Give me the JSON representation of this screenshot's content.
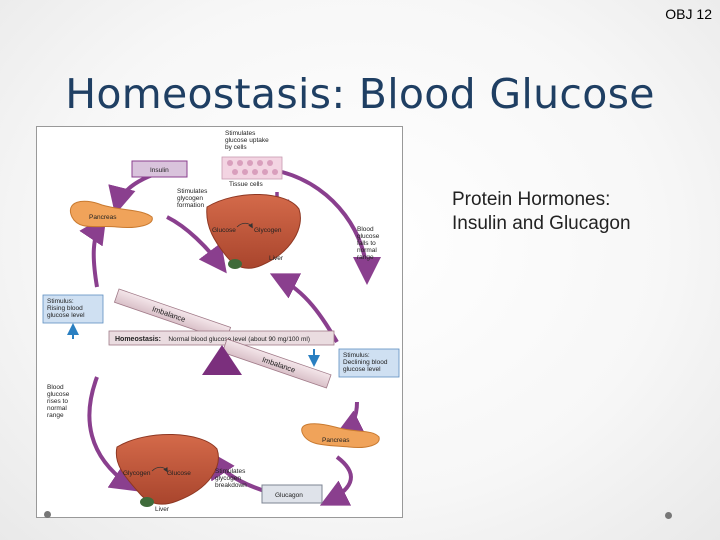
{
  "slide": {
    "obj_tag": "OBJ 12",
    "title": "Homeostasis: Blood Glucose",
    "side_text": [
      "Protein Hormones:",
      "Insulin and Glucagon"
    ]
  },
  "figure": {
    "insulin": "Insulin",
    "pancreas_top": "Pancreas",
    "stimulates_uptake": [
      "Stimulates",
      "glucose uptake",
      "by cells"
    ],
    "tissue_cells": "Tissue cells",
    "stimulates_glycogen_formation": [
      "Stimulates",
      "glycogen",
      "formation"
    ],
    "liver_top_glucose": "Glucose",
    "liver_top_glycogen": "Glycogen",
    "liver_top_label": "Liver",
    "blood_falls": [
      "Blood",
      "glucose",
      "falls to",
      "normal",
      "range"
    ],
    "stimulus_rising": [
      "Stimulus:",
      "Rising blood",
      "glucose level"
    ],
    "imbalance_top": "Imbalance",
    "homeostasis_bold": "Homeostasis:",
    "homeostasis_rest": "Normal blood glucose level (about 90 mg/100 ml)",
    "imbalance_bottom": "Imbalance",
    "stimulus_declining": [
      "Stimulus:",
      "Declining blood",
      "glucose level"
    ],
    "blood_rises": [
      "Blood",
      "glucose",
      "rises to",
      "normal",
      "range"
    ],
    "pancreas_bottom": "Pancreas",
    "liver_bottom_glycogen": "Glycogen",
    "liver_bottom_glucose": "Glucose",
    "stimulates_breakdown": [
      "Stimulates",
      "glycogen",
      "breakdown"
    ],
    "liver_bottom_label": "Liver",
    "glucagon": "Glucagon"
  },
  "colors": {
    "title": "#1f3f63",
    "cycle_arrow": "#8a3f8e",
    "hormone_box_insulin": "#d9c3dc",
    "hormone_box_glucagon": "#dfe3ea",
    "stimulus_box": "#cfe0f2",
    "liver": "#c8573b",
    "pancreas": "#f0a35a",
    "fulcrum": "#7b2f7d"
  }
}
